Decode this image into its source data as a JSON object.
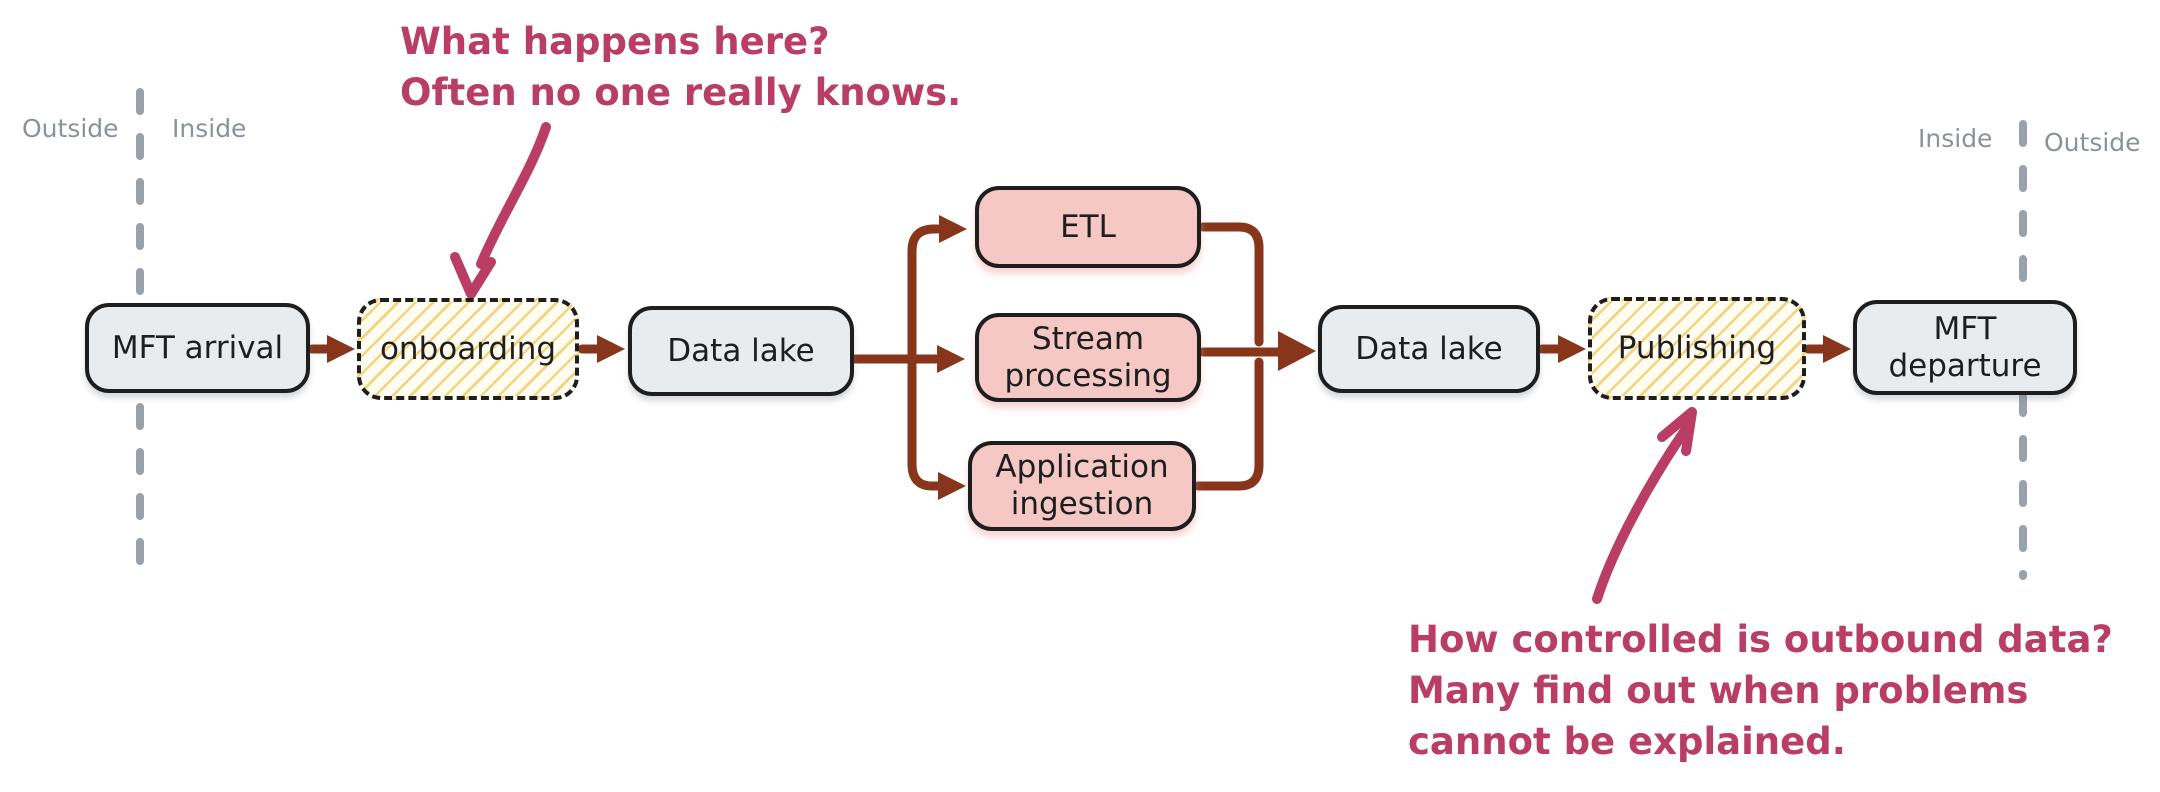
{
  "diagram": {
    "type": "flow-diagram",
    "colors": {
      "flow_arrow": "#87361b",
      "annotation": "#ba3d63",
      "node_border": "#1e1e1e",
      "node_gray_fill": "#e9ecef",
      "node_pink_fill": "#f5c8c5",
      "node_hatch_bg": "#fffdf2",
      "node_hatch_stripe": "#f3d37e",
      "boundary_gray": "#99a1ab",
      "zone_label_gray": "#8b929c"
    }
  },
  "boundaries": {
    "left": {
      "outside_label": "Outside",
      "inside_label": "Inside"
    },
    "right": {
      "inside_label": "Inside",
      "outside_label": "Outside"
    }
  },
  "nodes": [
    {
      "id": "mft-arrival",
      "label": "MFT arrival",
      "style": "solid-gray"
    },
    {
      "id": "onboarding",
      "label": "onboarding",
      "style": "dashed-hatched"
    },
    {
      "id": "data-lake-in",
      "label": "Data lake",
      "style": "solid-gray"
    },
    {
      "id": "etl",
      "label": "ETL",
      "style": "pink"
    },
    {
      "id": "stream-processing",
      "label": "Stream processing",
      "style": "pink"
    },
    {
      "id": "application-ingestion",
      "label": "Application ingestion",
      "style": "pink"
    },
    {
      "id": "data-lake-out",
      "label": "Data lake",
      "style": "solid-gray"
    },
    {
      "id": "publishing",
      "label": "Publishing",
      "style": "dashed-hatched"
    },
    {
      "id": "mft-departure",
      "label": "MFT departure",
      "style": "solid-gray"
    }
  ],
  "connections": [
    {
      "from": "mft-arrival",
      "to": "onboarding"
    },
    {
      "from": "onboarding",
      "to": "data-lake-in"
    },
    {
      "from": "data-lake-in",
      "to": "etl"
    },
    {
      "from": "data-lake-in",
      "to": "stream-processing"
    },
    {
      "from": "data-lake-in",
      "to": "application-ingestion"
    },
    {
      "from": "etl",
      "to": "data-lake-out"
    },
    {
      "from": "stream-processing",
      "to": "data-lake-out"
    },
    {
      "from": "application-ingestion",
      "to": "data-lake-out"
    },
    {
      "from": "data-lake-out",
      "to": "publishing"
    },
    {
      "from": "publishing",
      "to": "mft-departure"
    }
  ],
  "annotations": {
    "onboarding_note": {
      "target": "onboarding",
      "lines": [
        "What happens here?",
        "Often no one really knows."
      ]
    },
    "publishing_note": {
      "target": "publishing",
      "lines": [
        "How controlled is outbound data?",
        "Many find out when problems",
        "cannot be explained."
      ]
    }
  }
}
